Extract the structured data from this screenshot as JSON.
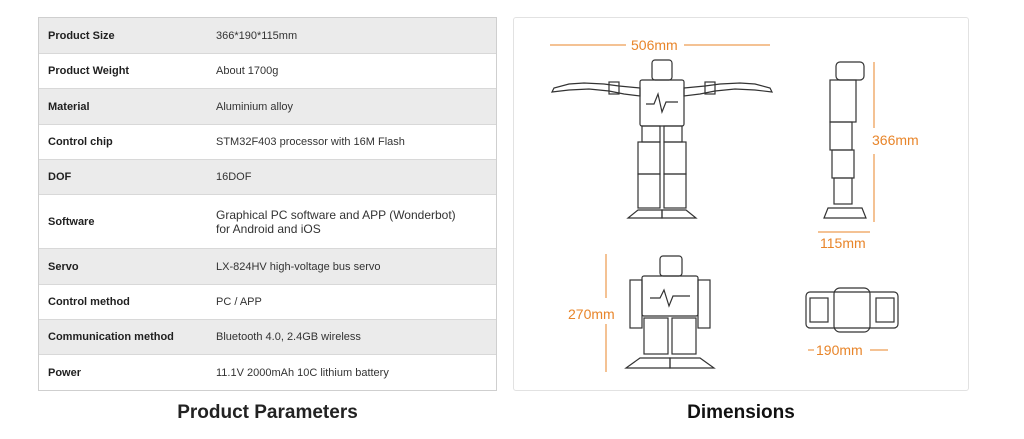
{
  "spec_table": {
    "rows": [
      {
        "key": "Product Size",
        "value": "366*190*115mm"
      },
      {
        "key": "Product Weight",
        "value": "About 1700g"
      },
      {
        "key": "Material",
        "value": "Aluminium alloy"
      },
      {
        "key": "Control chip",
        "value": "STM32F403 processor with 16M Flash"
      },
      {
        "key": "DOF",
        "value": "16DOF"
      },
      {
        "key": "Software",
        "value": "Graphical PC software and APP (Wonderbot)\nfor Android and iOS"
      },
      {
        "key": "Servo",
        "value": "LX-824HV high-voltage bus servo"
      },
      {
        "key": "Control method",
        "value": "PC / APP"
      },
      {
        "key": "Communication method",
        "value": "Bluetooth 4.0, 2.4GB wireless"
      },
      {
        "key": "Power",
        "value": "11.1V 2000mAh 10C lithium battery"
      }
    ]
  },
  "captions": {
    "left": "Product Parameters",
    "right": "Dimensions"
  },
  "dimensions": {
    "width_label": "506mm",
    "height_label": "366mm",
    "depth_label": "115mm",
    "crouch_height_label": "270mm",
    "crouch_width_label": "190mm"
  },
  "colors": {
    "accent": "#e8852a",
    "row_alt": "#ebebeb",
    "line_art": "#333333"
  }
}
